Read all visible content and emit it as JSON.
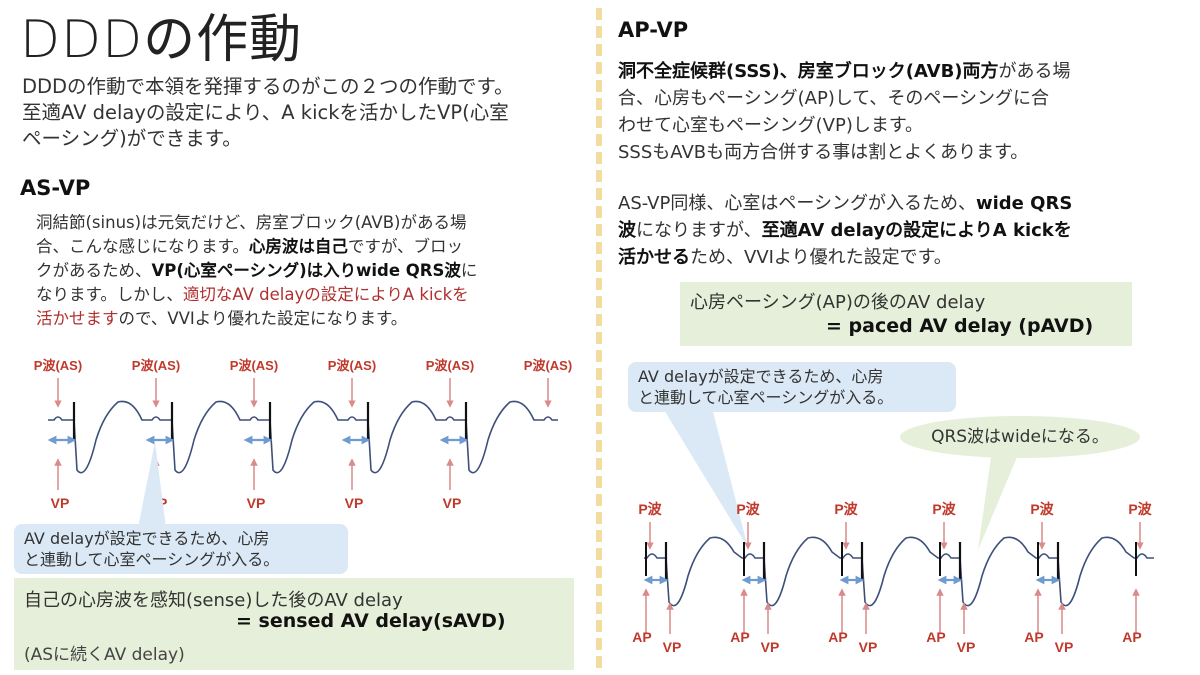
{
  "title": "DDDの作動",
  "intro": {
    "line1": "DDDの作動で本領を発揮するのがこの２つの作動です。",
    "line2": "至適AV delayの設定により、A kickを活かしたVP(心室",
    "line3": "ペーシング)ができます。"
  },
  "left": {
    "heading": "AS-VP",
    "para": {
      "l1": "洞結節(sinus)は元気だけど、房室ブロック(AVB)がある場",
      "l2a": "合、こんな感じになります。",
      "l2b": "心房波は自己",
      "l2c": "ですが、ブロッ",
      "l3a": "クがあるため、",
      "l3b": "VP(心室ペーシング)は入りwide QRS波",
      "l3c": "に",
      "l4a": "なります。しかし、",
      "l4b": "適切なAV delayの設定によりA kickを",
      "l5a": "活かせます",
      "l5b": "ので、VVIより優れた設定になります。"
    },
    "p_label": "P波(AS)",
    "vp_label": "VP",
    "bubble": {
      "l1": "AV delayが設定できるため、心房",
      "l2": "と連動して心室ペーシングが入る。"
    },
    "box": {
      "l1": "自己の心房波を感知(sense)した後のAV delay",
      "l2": "= sensed AV delay(sAVD)",
      "l3": "(ASに続くAV delay)"
    }
  },
  "right": {
    "heading": "AP-VP",
    "para1": {
      "l1a": "洞不全症候群(SSS)、房室ブロック(AVB)両方",
      "l1b": "がある場",
      "l2": "合、心房もペーシング(AP)して、そのペーシングに合",
      "l3": "わせて心室もペーシング(VP)します。",
      "l4": "SSSもAVBも両方合併する事は割とよくあります。"
    },
    "para2": {
      "l1a": "AS-VP同様、心室はペーシングが入るため、",
      "l1b": "wide QRS",
      "l2a": "波",
      "l2b": "になりますが、",
      "l2c": "至適AV delayの設定によりA kickを",
      "l3a": "活かせる",
      "l3b": "ため、VVIより優れた設定です。"
    },
    "box": {
      "l1": "心房ペーシング(AP)の後のAV delay",
      "l2": "= paced AV delay (pAVD)"
    },
    "bubble_blue": {
      "l1": "AV delayが設定できるため、心房",
      "l2": "と連動して心室ペーシングが入る。"
    },
    "bubble_green": "QRS波はwideになる。",
    "p_label": "P波",
    "ap_label": "AP",
    "vp_label": "VP"
  },
  "colors": {
    "label_red": "#c0392b",
    "wave": "#3d4f7a",
    "arrow_blue": "#6f9bd0",
    "arrow_red": "#d98a8a"
  }
}
